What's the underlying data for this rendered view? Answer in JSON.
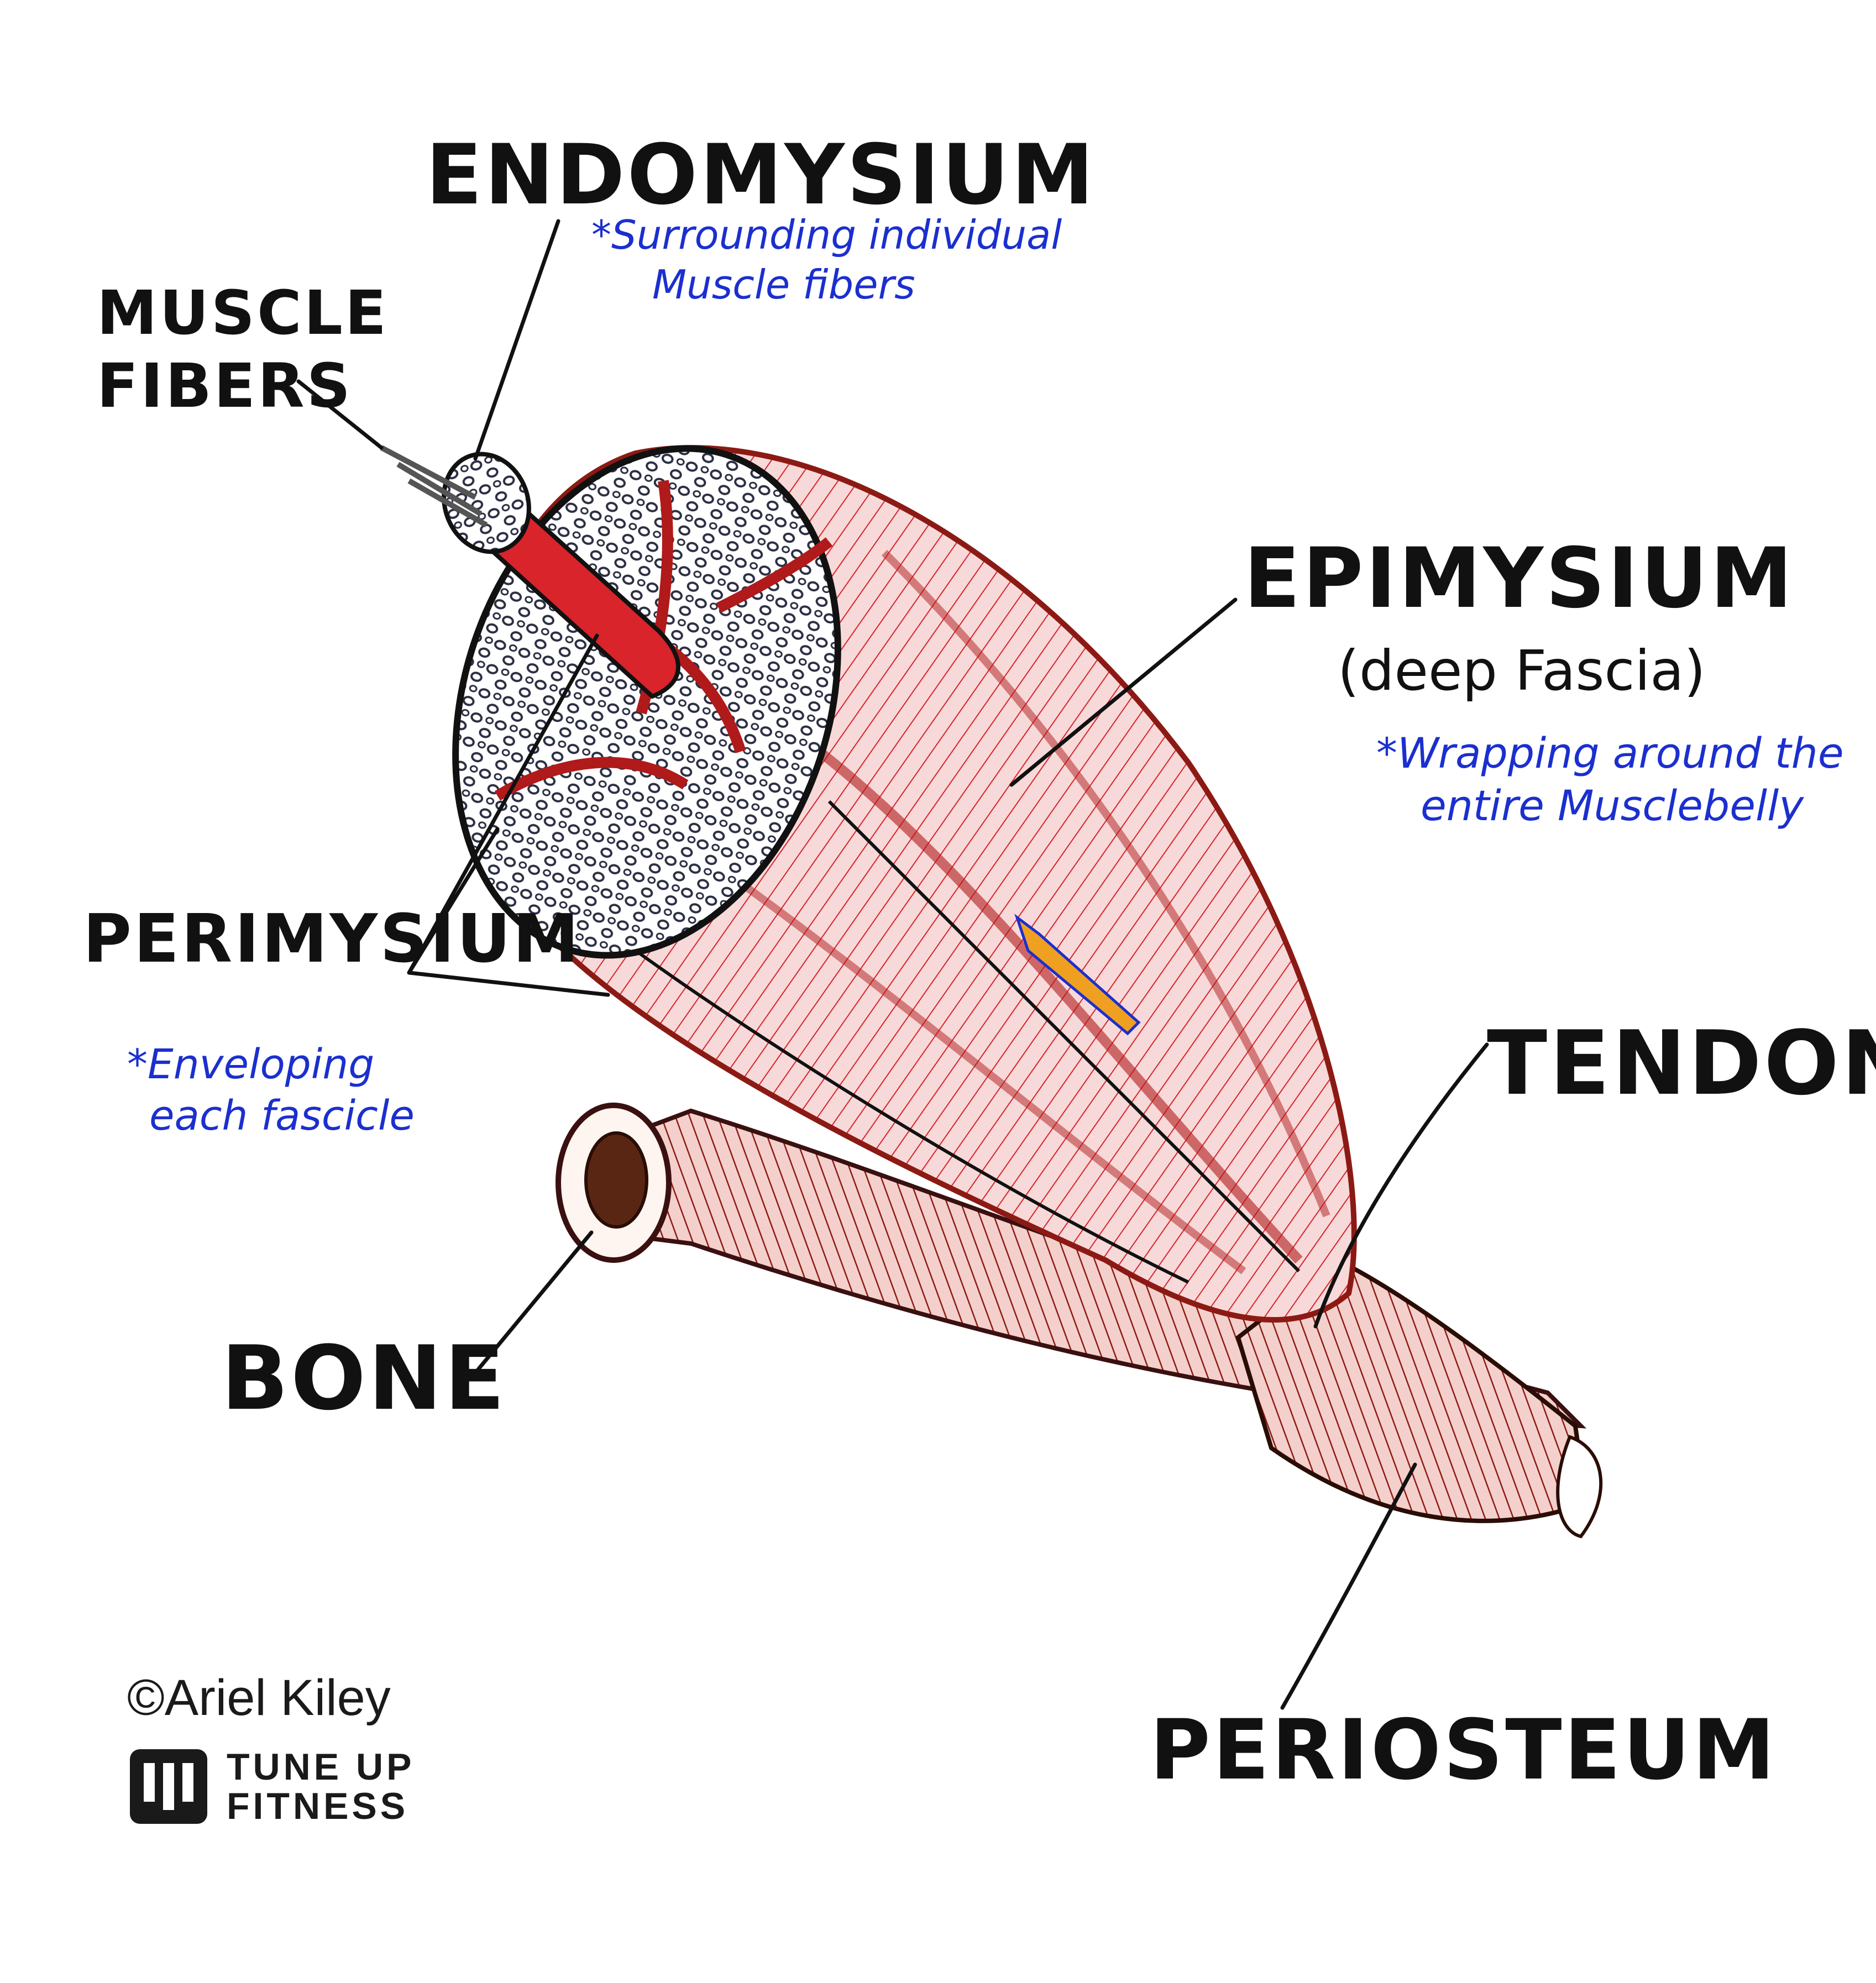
{
  "labels": {
    "endomysium": "ENDOMYSIUM",
    "endomysium_note_1": "*Surrounding individual",
    "endomysium_note_2": "Muscle fibers",
    "muscle_fibers_1": "MUSCLE",
    "muscle_fibers_2": "FIBERS",
    "epimysium": "EPIMYSIUM",
    "epimysium_sub": "(deep Fascia)",
    "epimysium_note_1": "*Wrapping around the",
    "epimysium_note_2": "entire Musclebelly",
    "perimysium": "PERIMYSIUM",
    "perimysium_note_1": "*Enveloping",
    "perimysium_note_2": "each fascicle",
    "tendon": "TENDON",
    "bone": "BONE",
    "periosteum": "PERIOSTEUM"
  },
  "credit": {
    "copyright": "©Ariel Kiley",
    "brand_line_1": "TUNE UP",
    "brand_line_2": "FITNESS"
  },
  "colors": {
    "muscle_red": "#d8242a",
    "dark_red": "#8c1a14",
    "ink": "#111111",
    "note_blue": "#1b2fcf"
  }
}
